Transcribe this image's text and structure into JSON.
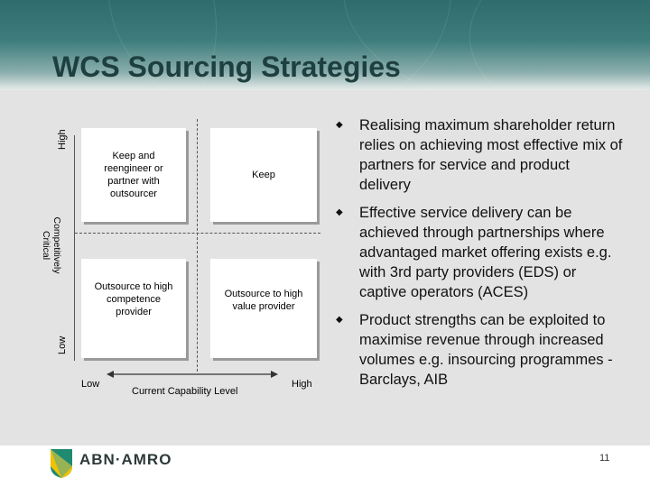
{
  "title": "WCS Sourcing Strategies",
  "matrix": {
    "y_axis": {
      "high": "High",
      "label": "Competitively Critical",
      "low": "Low"
    },
    "x_axis": {
      "low": "Low",
      "label": "Current Capability Level",
      "high": "High"
    },
    "quadrants": {
      "top_left": "Keep and reengineer or partner with outsourcer",
      "top_right": "Keep",
      "bottom_left": "Outsource to high competence provider",
      "bottom_right": "Outsource to high value provider"
    }
  },
  "bullets": [
    "Realising maximum shareholder return relies on achieving most effective mix of partners for service and product delivery",
    "Effective service delivery can be achieved through partnerships where advantaged market offering exists e.g. with 3rd party providers (EDS) or captive operators (ACES)",
    "Product strengths can be exploited to maximise revenue through increased volumes e.g. insourcing programmes - Barclays, AIB"
  ],
  "footer": {
    "brand": "ABN·AMRO",
    "page": "11"
  },
  "colors": {
    "header": "#3d7d7c",
    "body": "#e3e3e3",
    "logo_green": "#1f8a70",
    "logo_yellow": "#f2c200"
  }
}
